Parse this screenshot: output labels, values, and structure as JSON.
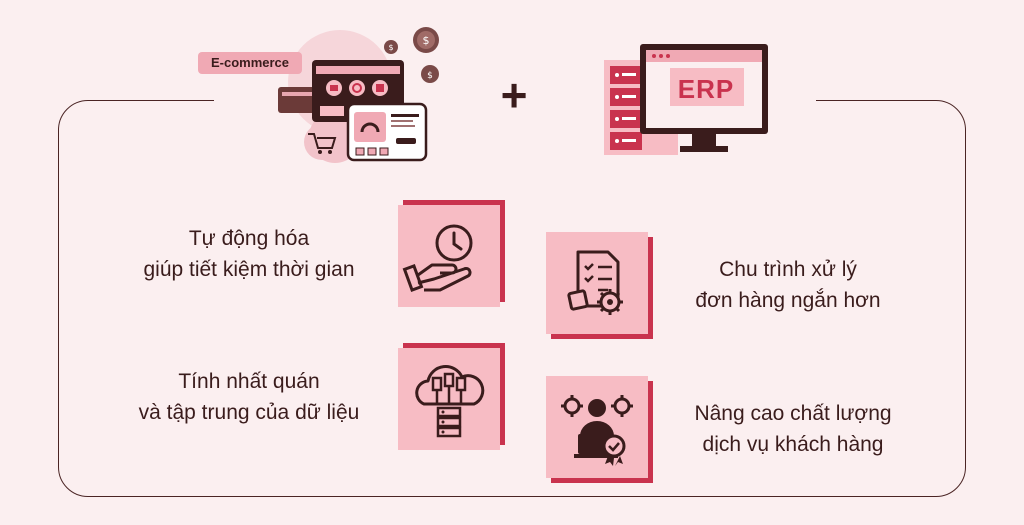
{
  "header": {
    "ecommerce_label": "E-commerce",
    "plus_symbol": "+",
    "erp_label": "ERP"
  },
  "benefits": [
    {
      "line1": "Tự động hóa",
      "line2": "giúp tiết kiệm thời gian",
      "icon": "clock-hand-icon"
    },
    {
      "line1": "Chu trình xử lý",
      "line2": "đơn hàng ngắn hơn",
      "icon": "order-checklist-gear-icon"
    },
    {
      "line1": "Tính nhất quán",
      "line2": "và tập trung của dữ liệu",
      "icon": "cloud-database-icon"
    },
    {
      "line1": "Nâng cao chất lượng",
      "line2": "dịch vụ khách hàng",
      "icon": "customer-service-gear-icon"
    }
  ],
  "colors": {
    "background": "#fbeff0",
    "tile": "#f7bcc4",
    "accent": "#c9334e",
    "dark": "#3a1c1c"
  }
}
